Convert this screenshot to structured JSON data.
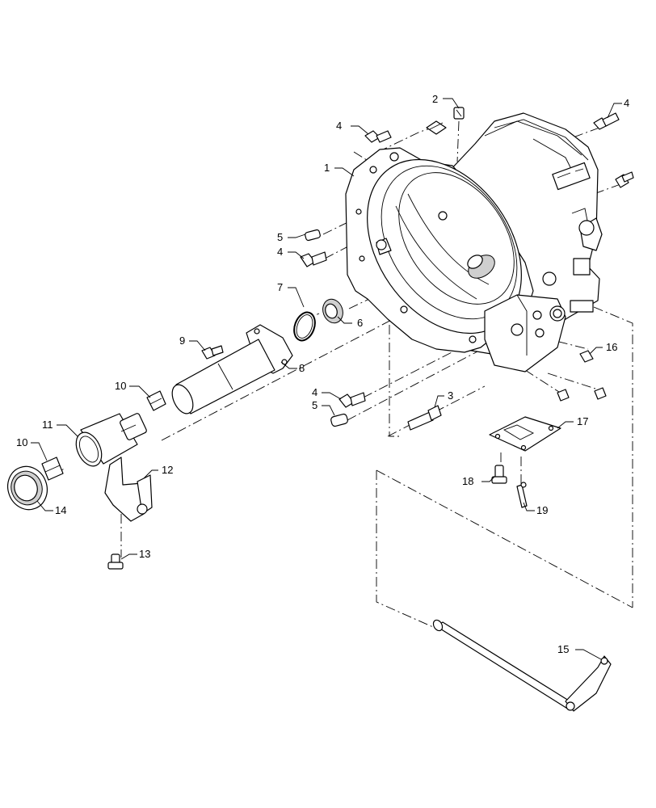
{
  "diagram": {
    "callouts": [
      {
        "id": "c1",
        "text": "1"
      },
      {
        "id": "c2",
        "text": "2"
      },
      {
        "id": "c3",
        "text": "3"
      },
      {
        "id": "c4a",
        "text": "4"
      },
      {
        "id": "c4b",
        "text": "4"
      },
      {
        "id": "c4c",
        "text": "4"
      },
      {
        "id": "c4d",
        "text": "4"
      },
      {
        "id": "c5a",
        "text": "5"
      },
      {
        "id": "c5b",
        "text": "5"
      },
      {
        "id": "c6",
        "text": "6"
      },
      {
        "id": "c7",
        "text": "7"
      },
      {
        "id": "c8",
        "text": "8"
      },
      {
        "id": "c9",
        "text": "9"
      },
      {
        "id": "c10a",
        "text": "10"
      },
      {
        "id": "c10b",
        "text": "10"
      },
      {
        "id": "c11",
        "text": "11"
      },
      {
        "id": "c12",
        "text": "12"
      },
      {
        "id": "c13",
        "text": "13"
      },
      {
        "id": "c14",
        "text": "14"
      },
      {
        "id": "c15",
        "text": "15"
      },
      {
        "id": "c16",
        "text": "16"
      },
      {
        "id": "c17",
        "text": "17"
      },
      {
        "id": "c18",
        "text": "18"
      },
      {
        "id": "c19",
        "text": "19"
      }
    ]
  }
}
